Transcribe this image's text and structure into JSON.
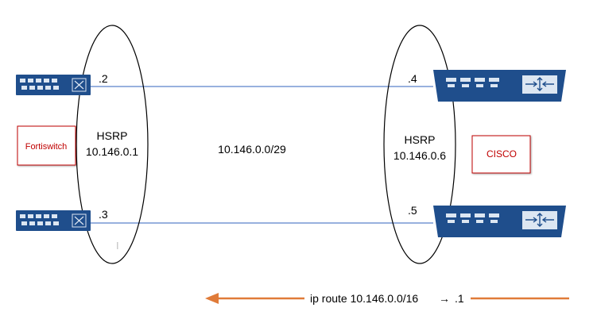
{
  "network": {
    "subnet": "10.146.0.0/29"
  },
  "left_group": {
    "hsrp_label": "HSRP",
    "hsrp_vip": "10.146.0.1",
    "vendor_label": "Fortiswitch",
    "switch_top_ip": ".2",
    "switch_bottom_ip": ".3"
  },
  "right_group": {
    "hsrp_label": "HSRP",
    "hsrp_vip": "10.146.0.6",
    "vendor_label": "CISCO",
    "router_top_ip": ".4",
    "router_bottom_ip": ".5"
  },
  "route": {
    "text": "ip route 10.146.0.0/16",
    "next_hop": ".1"
  },
  "colors": {
    "device_blue": "#1f4e8c",
    "device_light": "#dce6f2",
    "link_blue": "#5b82c9",
    "vendor_red": "#c00000",
    "route_orange": "#e07b39"
  },
  "icons": {
    "switch": "switch-icon",
    "router": "router-icon"
  }
}
